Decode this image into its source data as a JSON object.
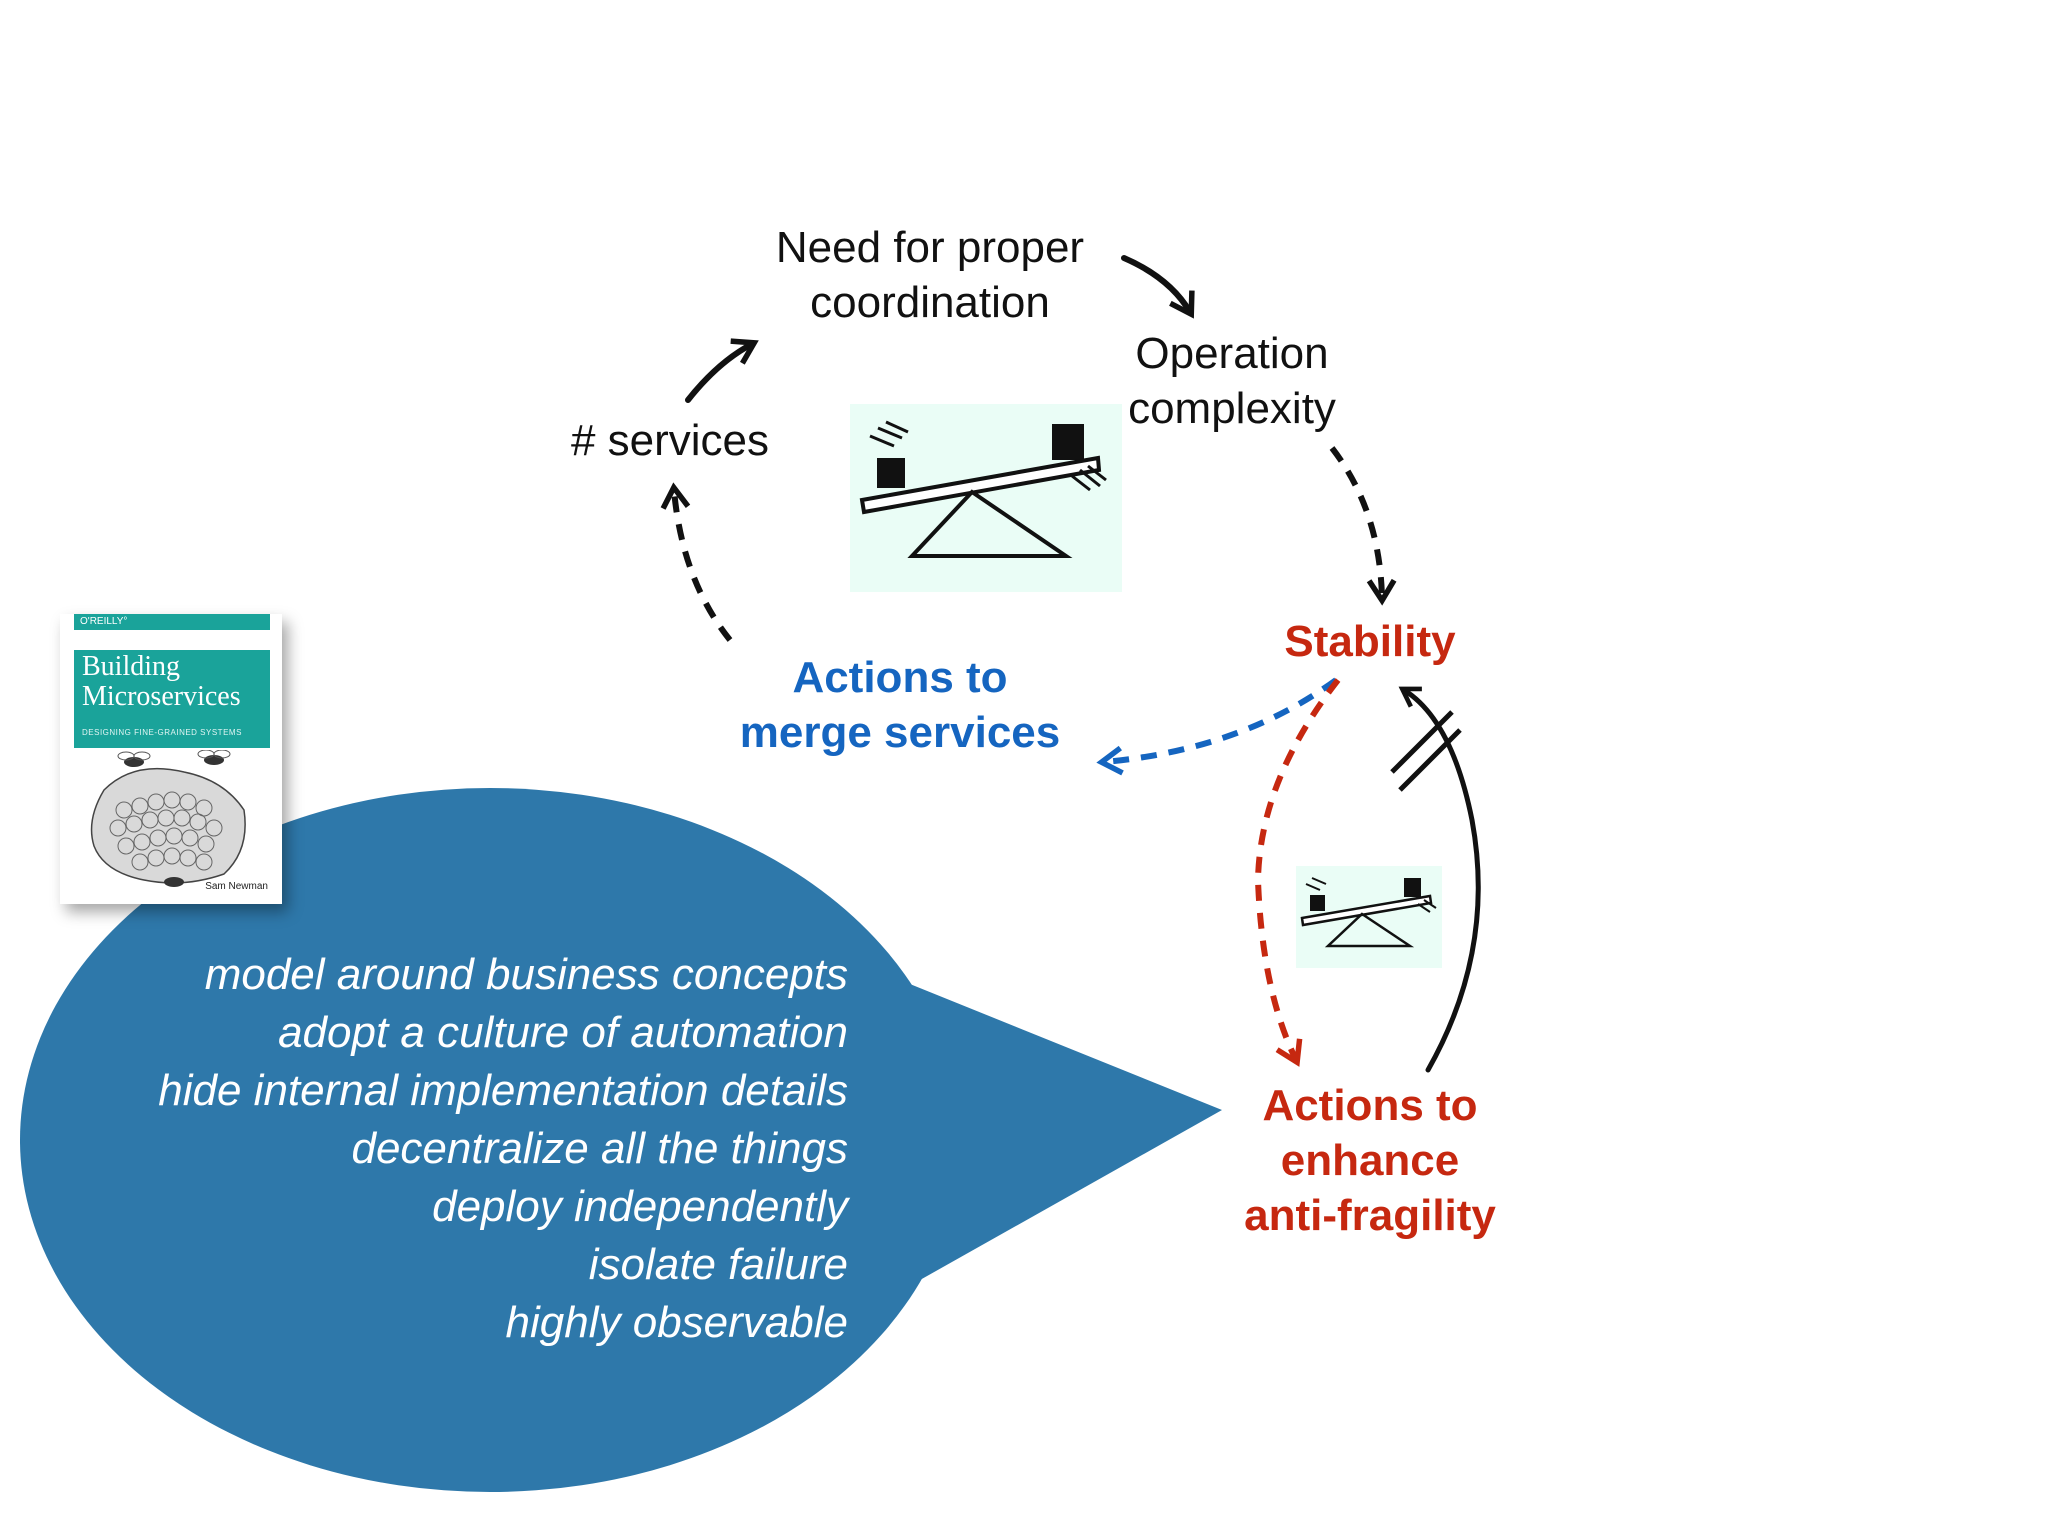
{
  "nodes": {
    "need_for_coordination": "Need for proper\ncoordination",
    "operation_complexity": "Operation\ncomplexity",
    "services_count": "# services",
    "stability": "Stability",
    "actions_merge": "Actions to\nmerge services",
    "actions_antifragility": "Actions to\nenhance\nanti-fragility"
  },
  "colors": {
    "black": "#111111",
    "blue": "#1565c0",
    "red": "#c62810",
    "bubble": "#2e78aa",
    "seesaw_bg": "#eafdf6"
  },
  "bubble": {
    "lines": [
      "model around business concepts",
      "adopt a culture of automation",
      "hide internal implementation details",
      "decentralize all the things",
      "deploy independently",
      "isolate failure",
      "highly observable"
    ]
  },
  "book": {
    "publisher": "O'REILLY°",
    "title": "Building\nMicroservices",
    "subtitle": "DESIGNING FINE-GRAINED SYSTEMS",
    "author": "Sam Newman"
  }
}
